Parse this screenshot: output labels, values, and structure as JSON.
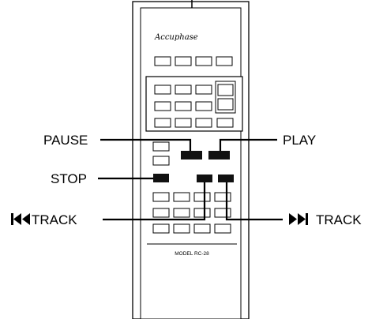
{
  "remote": {
    "brand": "Accuphase",
    "model": "MODEL RC-28"
  },
  "callouts": {
    "pause": "PAUSE",
    "play": "PLAY",
    "stop": "STOP",
    "prev_track": "TRACK",
    "next_track": "TRACK"
  },
  "icons": {
    "prev_track": "skip-back-icon",
    "next_track": "skip-forward-icon"
  }
}
